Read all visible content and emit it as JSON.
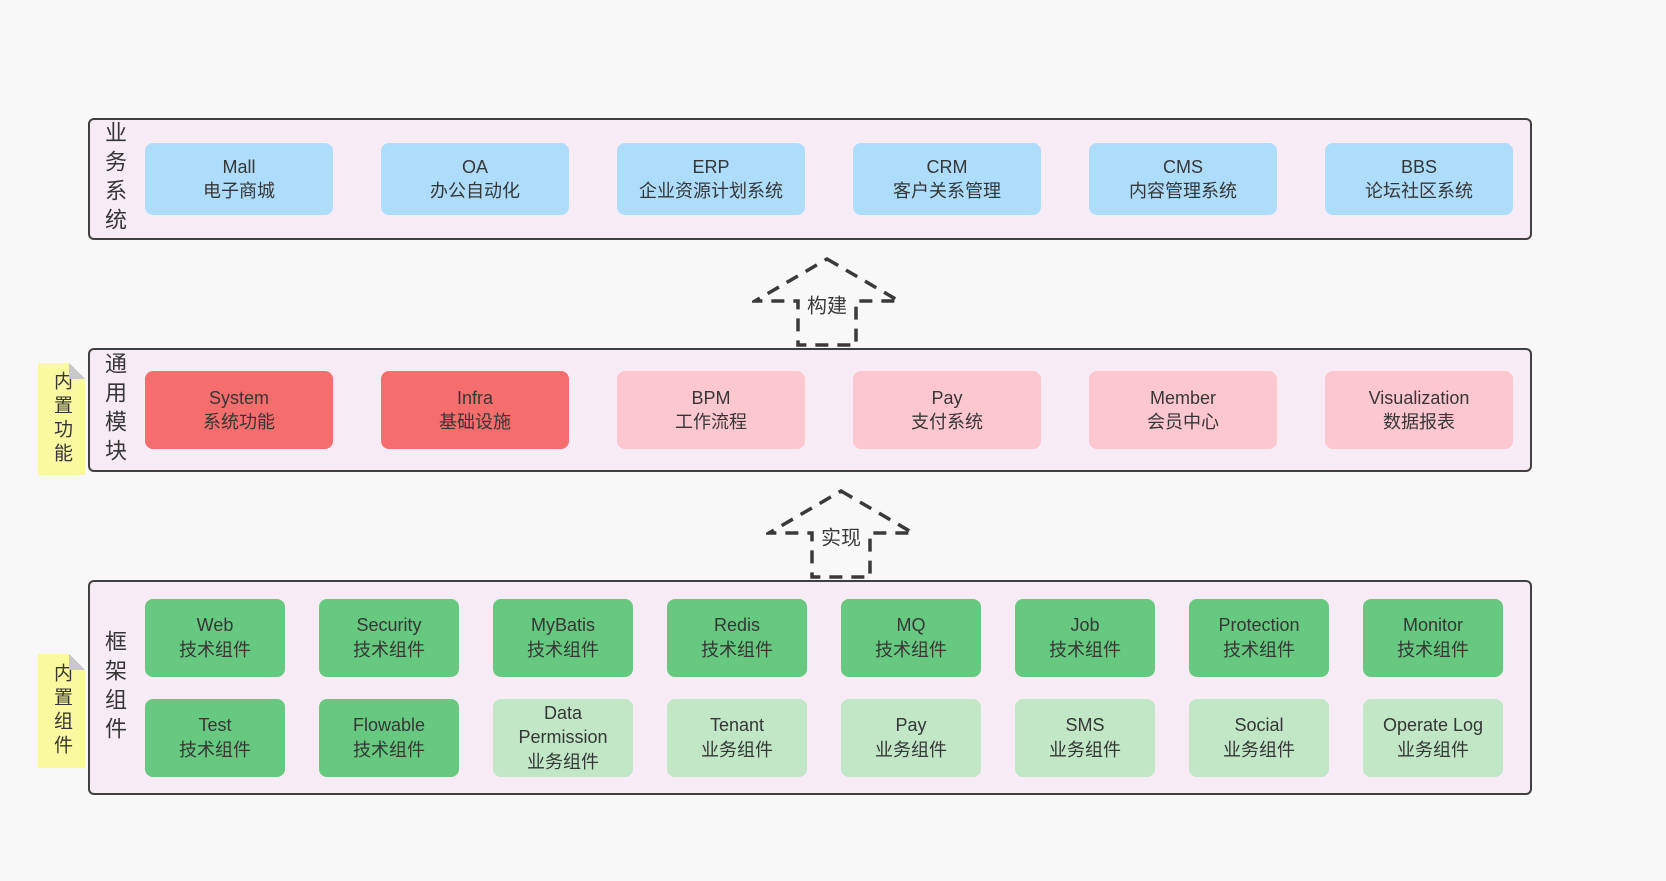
{
  "palette": {
    "page_bg": "#f8f8f8",
    "panel_bg": "#f7ecf5",
    "panel_border": "#404040",
    "blue": "#aeddfb",
    "red": "#f56d6d",
    "pink": "#fcc7cf",
    "green": "#67c97f",
    "light_green": "#c1e7c7",
    "sticky_yellow": "#fbf9a0",
    "sticky_fold_gray": "#c8c8c8",
    "arrow_dash": "#3a3a3a",
    "text": "#363636"
  },
  "arrows": [
    {
      "label": "构建"
    },
    {
      "label": "实现"
    }
  ],
  "sections": {
    "business": {
      "label": "业务系统",
      "boxes": [
        {
          "title": "Mall",
          "subtitle": "电子商城",
          "variant": "blue"
        },
        {
          "title": "OA",
          "subtitle": "办公自动化",
          "variant": "blue"
        },
        {
          "title": "ERP",
          "subtitle": "企业资源计划系统",
          "variant": "blue"
        },
        {
          "title": "CRM",
          "subtitle": "客户关系管理",
          "variant": "blue"
        },
        {
          "title": "CMS",
          "subtitle": "内容管理系统",
          "variant": "blue"
        },
        {
          "title": "BBS",
          "subtitle": "论坛社区系统",
          "variant": "blue"
        }
      ]
    },
    "modules": {
      "label": "通用模块",
      "tag": "内置功能",
      "boxes": [
        {
          "title": "System",
          "subtitle": "系统功能",
          "variant": "red"
        },
        {
          "title": "Infra",
          "subtitle": "基础设施",
          "variant": "red"
        },
        {
          "title": "BPM",
          "subtitle": "工作流程",
          "variant": "pink"
        },
        {
          "title": "Pay",
          "subtitle": "支付系统",
          "variant": "pink"
        },
        {
          "title": "Member",
          "subtitle": "会员中心",
          "variant": "pink"
        },
        {
          "title": "Visualization",
          "subtitle": "数据报表",
          "variant": "pink"
        }
      ]
    },
    "framework": {
      "label": "框架组件",
      "tag": "内置组件",
      "rows": [
        [
          {
            "title": "Web",
            "subtitle": "技术组件",
            "variant": "green"
          },
          {
            "title": "Security",
            "subtitle": "技术组件",
            "variant": "green"
          },
          {
            "title": "MyBatis",
            "subtitle": "技术组件",
            "variant": "green"
          },
          {
            "title": "Redis",
            "subtitle": "技术组件",
            "variant": "green"
          },
          {
            "title": "MQ",
            "subtitle": "技术组件",
            "variant": "green"
          },
          {
            "title": "Job",
            "subtitle": "技术组件",
            "variant": "green"
          },
          {
            "title": "Protection",
            "subtitle": "技术组件",
            "variant": "green"
          },
          {
            "title": "Monitor",
            "subtitle": "技术组件",
            "variant": "green"
          }
        ],
        [
          {
            "title": "Test",
            "subtitle": "技术组件",
            "variant": "green"
          },
          {
            "title": "Flowable",
            "subtitle": "技术组件",
            "variant": "green"
          },
          {
            "title": "Data Permission",
            "subtitle": "业务组件",
            "variant": "lightgreen"
          },
          {
            "title": "Tenant",
            "subtitle": "业务组件",
            "variant": "lightgreen"
          },
          {
            "title": "Pay",
            "subtitle": "业务组件",
            "variant": "lightgreen"
          },
          {
            "title": "SMS",
            "subtitle": "业务组件",
            "variant": "lightgreen"
          },
          {
            "title": "Social",
            "subtitle": "业务组件",
            "variant": "lightgreen"
          },
          {
            "title": "Operate Log",
            "subtitle": "业务组件",
            "variant": "lightgreen"
          }
        ]
      ]
    }
  }
}
